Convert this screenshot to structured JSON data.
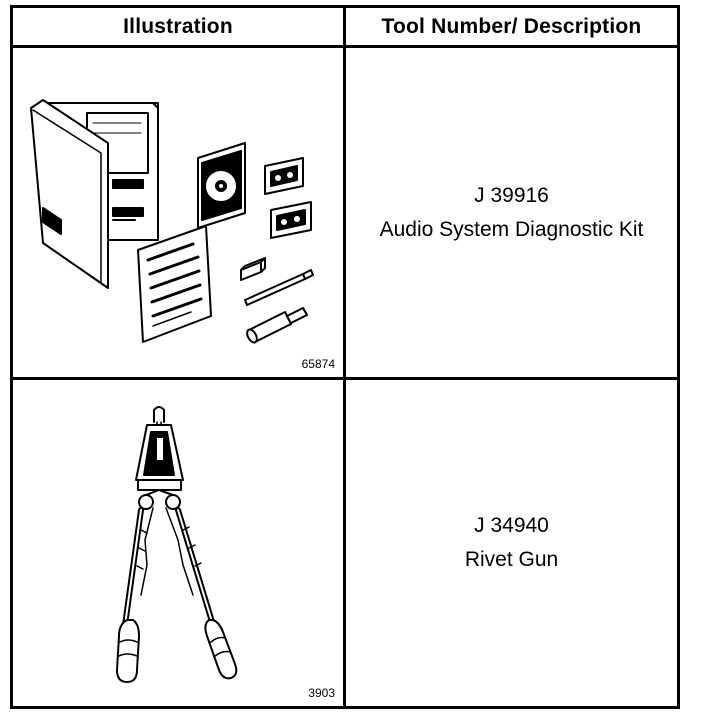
{
  "header": {
    "col_illustration": "Illustration",
    "col_description": "Tool Number/ Description"
  },
  "rows": [
    {
      "figure_number": "65874",
      "tool_number": "J 39916",
      "tool_name": "Audio System Diagnostic Kit",
      "icon": "audio-diagnostic-kit"
    },
    {
      "figure_number": "3903",
      "tool_number": "J 34940",
      "tool_name": "Rivet Gun",
      "icon": "rivet-gun"
    }
  ]
}
